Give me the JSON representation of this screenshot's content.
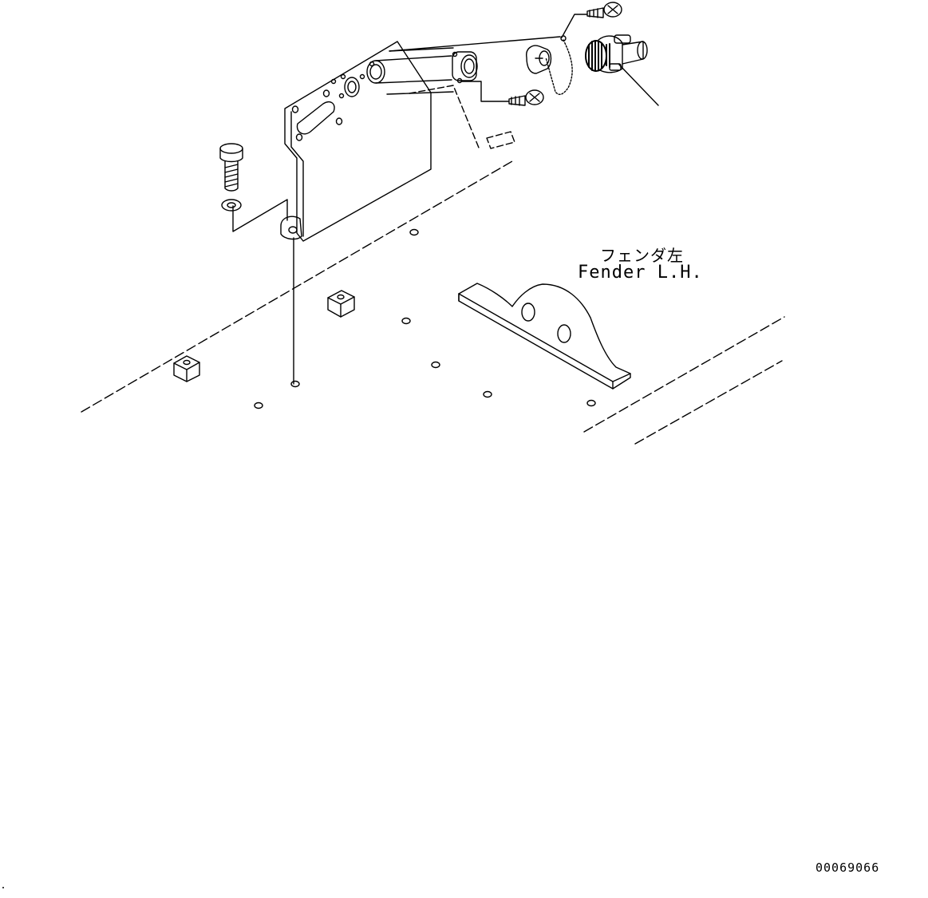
{
  "labels": {
    "fender_jp": "フェンダ左",
    "fender_en": "Fender L.H.",
    "drawing_code": "00069066"
  },
  "colors": {
    "line": "#000000",
    "background": "#ffffff"
  }
}
